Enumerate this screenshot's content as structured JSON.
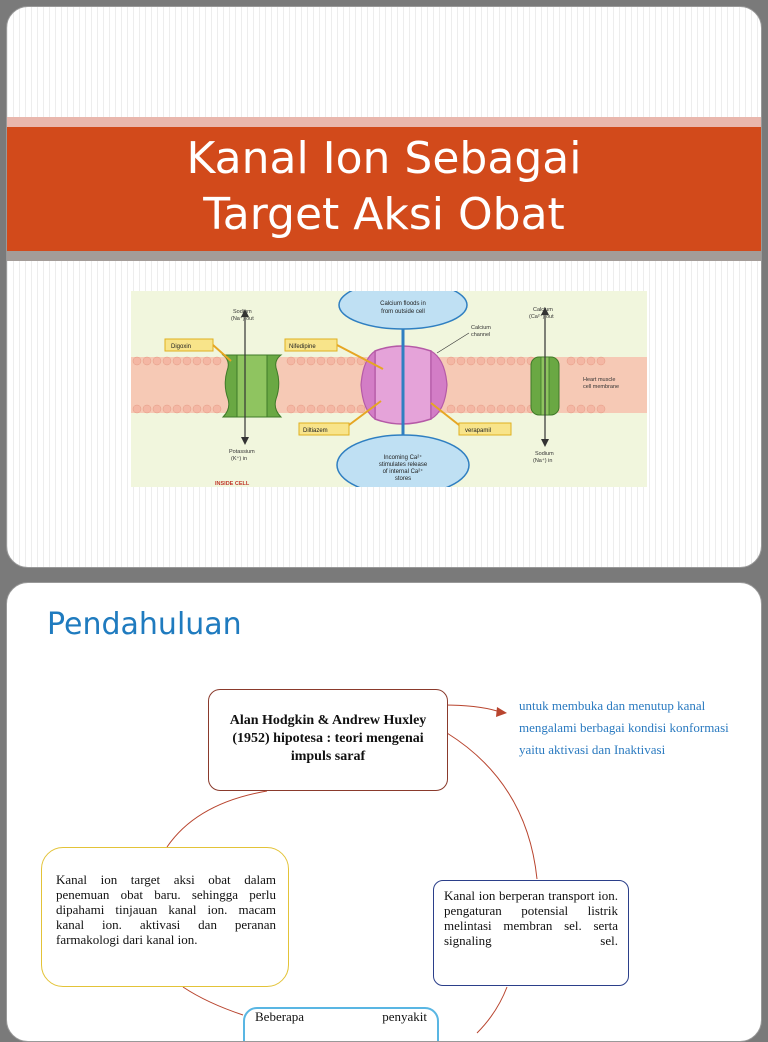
{
  "slide1": {
    "title_line1": "Kanal Ion Sebagai",
    "title_line2": "Target Aksi Obat",
    "figure": {
      "sodium_out": "Sodium",
      "sodium_out_sub": "(Na⁺) out",
      "calcium_floods_1": "Calcium floods in",
      "calcium_floods_2": "from outside cell",
      "calcium_out": "Calcium",
      "calcium_out_sub": "(Ca²⁺) out",
      "digoxin": "Digoxin",
      "nifedipine": "Nifedipine",
      "calcium_channel_1": "Calcium",
      "calcium_channel_2": "channel",
      "heart_muscle_1": "Heart muscle",
      "heart_muscle_2": "cell membrane",
      "diltiazem": "Diltiazem",
      "verapamil": "verapamil",
      "potassium_1": "Potassium",
      "potassium_2": "(K⁺) in",
      "incoming_1": "Incoming Ca²⁺",
      "incoming_2": "stimulates release",
      "incoming_3": "of internal Ca²⁺",
      "incoming_4": "stores",
      "sodium_in_1": "Sodium",
      "sodium_in_2": "(Na⁺) in",
      "inside_cell": "INSIDE CELL"
    }
  },
  "slide2": {
    "title": "Pendahuluan",
    "hodgkin_box": "Alan Hodgkin & Andrew Huxley (1952) hipotesa : teori mengenai impuls saraf",
    "blue_note": "untuk membuka dan menutup kanal mengalami berbagai kondisi konformasi yaitu aktivasi dan Inaktivasi",
    "left_box": "Kanal ion target aksi obat dalam penemuan obat baru. sehingga perlu dipahami tinjauan kanal ion. macam kanal ion. aktivasi dan peranan farmakologi dari kanal ion.",
    "right_box": "Kanal ion berperan transport ion. pengaturan potensial listrik melintasi membran sel. serta signaling sel.",
    "bottom_box": "Beberapa penyakit"
  }
}
